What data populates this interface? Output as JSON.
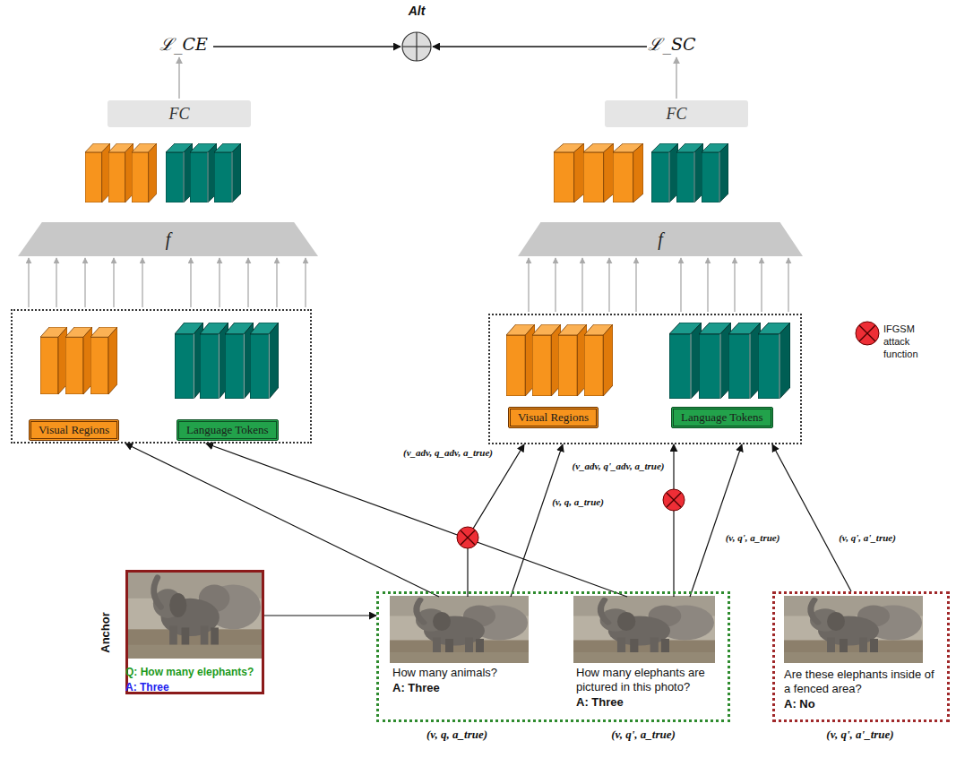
{
  "diagram": {
    "nodes": [
      {
        "text": [
          "FC"
        ]
      },
      {
        "text": [
          "FC"
        ]
      },
      {
        "text": [
          "f"
        ]
      },
      {
        "text": [
          "f"
        ]
      },
      {
        "text": []
      },
      {
        "text": [
          "Visual Regions"
        ],
        "in": 4
      },
      {
        "text": [
          "Language Tokens"
        ],
        "in": 4
      },
      {
        "text": []
      },
      {
        "text": [
          "Visual Regions"
        ],
        "in": 7
      },
      {
        "text": [
          "Language Tokens"
        ],
        "in": 7
      },
      {
        "text": [
          "Anchor",
          "Q: How many elephants?",
          "A: Three"
        ]
      },
      {
        "text": []
      },
      {
        "text": [
          "How many animals?",
          "A: Three"
        ],
        "in": 11
      },
      {
        "text": [
          "How many elephants are pictured in this photo?",
          "A: Three"
        ],
        "in": 11
      },
      {
        "text": [
          "Are these elephants inside of a fenced area?",
          "A: No"
        ]
      }
    ],
    "edges": [
      {
        "from": 4,
        "to": 2,
        "arrow": "to"
      },
      {
        "from": 7,
        "to": 3,
        "arrow": "to"
      },
      {
        "from": 10,
        "to": 11,
        "arrow": "to"
      },
      {
        "from": 12,
        "to": 4,
        "arrow": "to"
      },
      {
        "from": 13,
        "to": 4,
        "arrow": "to"
      },
      {
        "from": 12,
        "to": 7,
        "arrow": "to",
        "label": "(v_adv, q_adv, a_true)"
      },
      {
        "from": 12,
        "to": 7,
        "arrow": "to",
        "label": "(v, q, a_true)"
      },
      {
        "from": 13,
        "to": 7,
        "arrow": "to",
        "label": "(v_adv, q'_adv, a_true)"
      },
      {
        "from": 13,
        "to": 7,
        "arrow": "to",
        "label": "(v, q', a_true)"
      },
      {
        "from": 14,
        "to": 7,
        "arrow": "to",
        "label": "(v, q', a'_true)"
      }
    ],
    "labels": [
      "Alt",
      "ℒ_CE",
      "ℒ_SC",
      "IFGSM attack function",
      "(v, q, a_true)",
      "(v, q', a_true)",
      "(v, q', a'_true)"
    ]
  }
}
